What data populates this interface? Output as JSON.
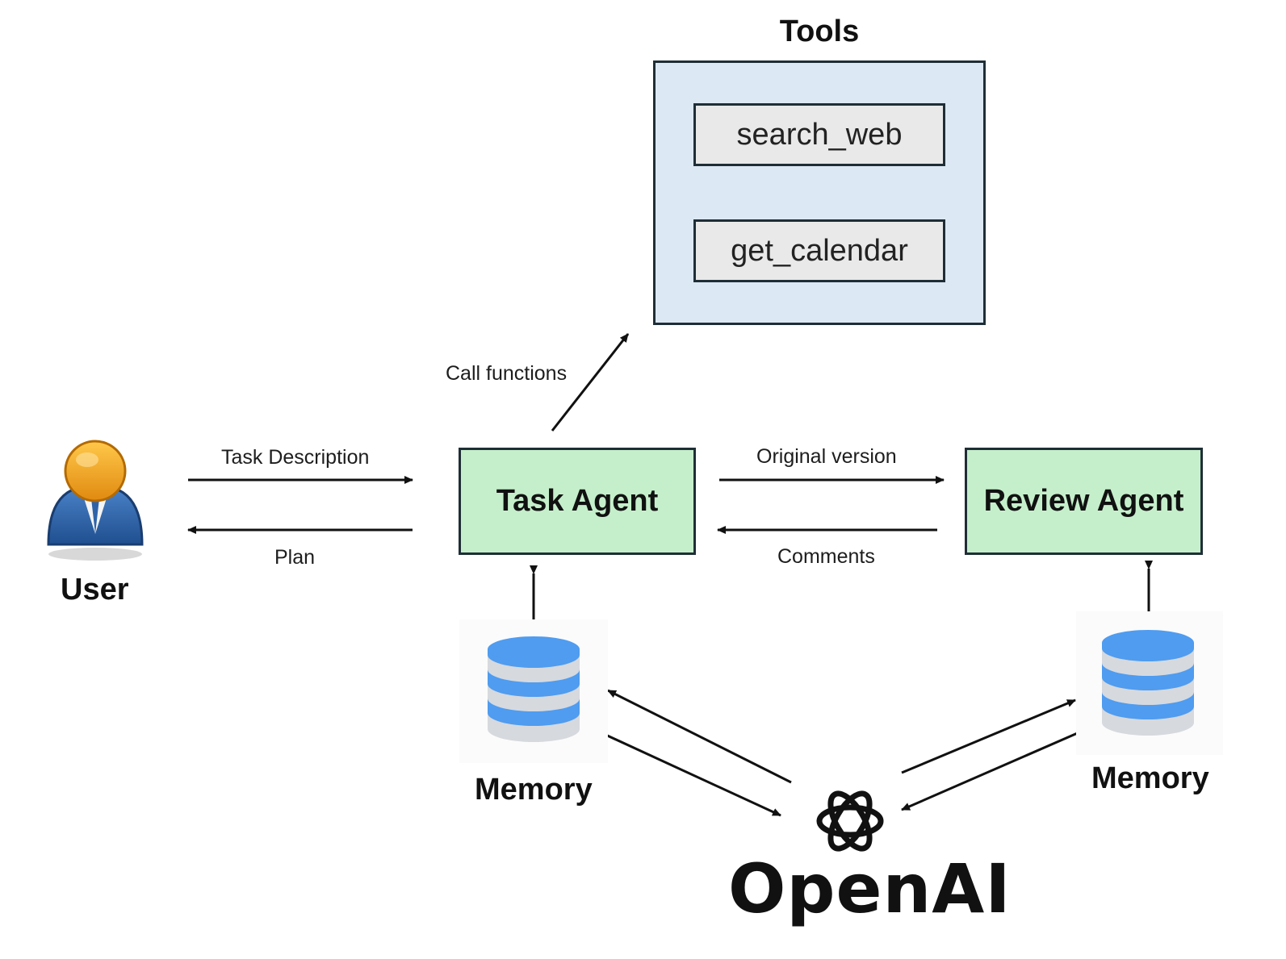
{
  "tools": {
    "title": "Tools",
    "items": [
      "search_web",
      "get_calendar"
    ]
  },
  "user": {
    "label": "User"
  },
  "task_agent": {
    "label": "Task Agent"
  },
  "review_agent": {
    "label": "Review Agent"
  },
  "edges": {
    "task_description": "Task Description",
    "plan": "Plan",
    "call_functions": "Call functions",
    "original_version": "Original version",
    "comments": "Comments"
  },
  "memory_left": {
    "label": "Memory"
  },
  "memory_right": {
    "label": "Memory"
  },
  "openai": {
    "label": "OpenAI"
  },
  "colors": {
    "tools_panel": "#dce9f5",
    "agent_box": "#c5efcb",
    "db_blue": "#4f9cf0",
    "db_grey": "#d6d9de",
    "user_head": "#f0a020",
    "user_body": "#2f63a8"
  }
}
